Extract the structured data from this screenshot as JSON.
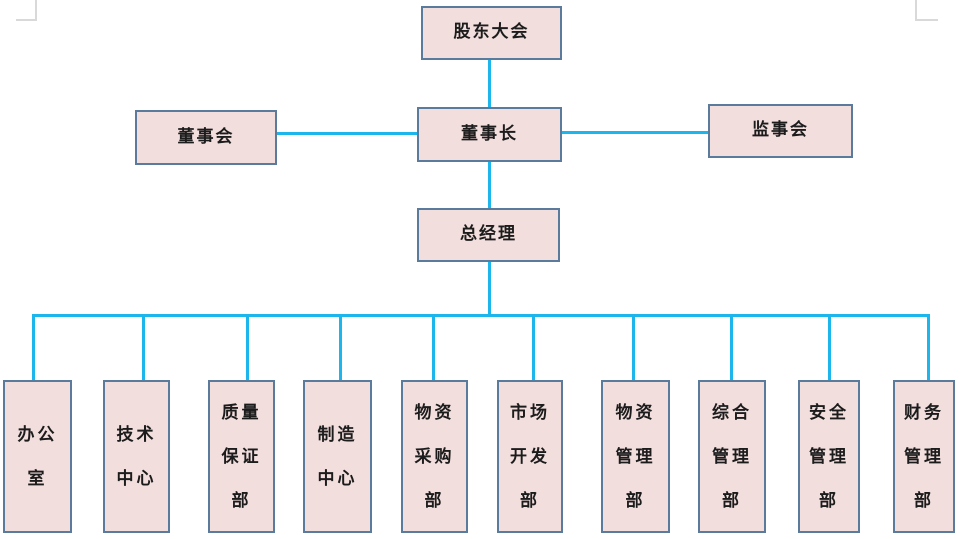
{
  "colors": {
    "box_fill": "#f2dedd",
    "box_border": "#5b7b9d",
    "connector": "#1cb5ec",
    "text": "#1c1c1c",
    "crop_mark": "#d9d9d9"
  },
  "org_chart": {
    "top": {
      "label": "股东大会"
    },
    "row2": {
      "left": {
        "label": "董事会"
      },
      "center": {
        "label": "董事长"
      },
      "right": {
        "label": "监事会"
      }
    },
    "row3": {
      "label": "总经理"
    },
    "departments": [
      {
        "label": "办公室",
        "lines": [
          "办公",
          "室"
        ]
      },
      {
        "label": "技术中心",
        "lines": [
          "技术",
          "中心"
        ]
      },
      {
        "label": "质量保证部",
        "lines": [
          "质量",
          "保证",
          "部"
        ]
      },
      {
        "label": "制造中心",
        "lines": [
          "制造",
          "中心"
        ]
      },
      {
        "label": "物资采购部",
        "lines": [
          "物资",
          "采购",
          "部"
        ]
      },
      {
        "label": "市场开发部",
        "lines": [
          "市场",
          "开发",
          "部"
        ]
      },
      {
        "label": "物资管理部",
        "lines": [
          "物资",
          "管理",
          "部"
        ]
      },
      {
        "label": "综合管理部",
        "lines": [
          "综合",
          "管理",
          "部"
        ]
      },
      {
        "label": "安全管理部",
        "lines": [
          "安全",
          "管理",
          "部"
        ]
      },
      {
        "label": "财务管理部",
        "lines": [
          "财务",
          "管理",
          "部"
        ]
      }
    ]
  }
}
